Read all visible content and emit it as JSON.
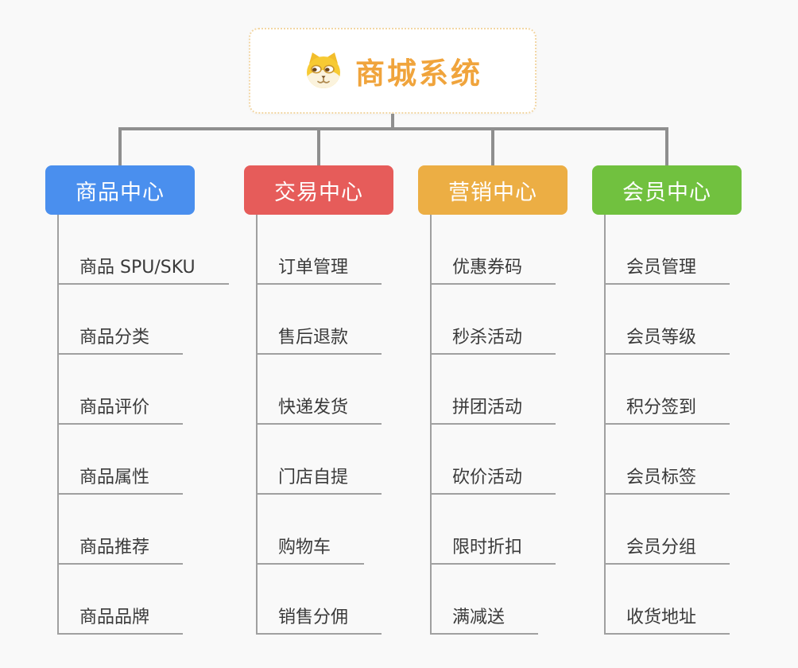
{
  "root": {
    "title": "商城系统",
    "title_color": "#f0a43c",
    "border_color": "#f2d6a4",
    "icon": "doge-icon"
  },
  "colors": {
    "background": "#f9f9f9",
    "connector": "#8f8f8f",
    "leaf_line": "#a0a0a0",
    "leaf_text": "#3a3a3a"
  },
  "branches": [
    {
      "label": "商品中心",
      "color": "#4a8fee",
      "children": [
        "商品 SPU/SKU",
        "商品分类",
        "商品评价",
        "商品属性",
        "商品推荐",
        "商品品牌"
      ]
    },
    {
      "label": "交易中心",
      "color": "#e65c5a",
      "children": [
        "订单管理",
        "售后退款",
        "快递发货",
        "门店自提",
        "购物车",
        "销售分佣"
      ]
    },
    {
      "label": "营销中心",
      "color": "#ecae44",
      "children": [
        "优惠券码",
        "秒杀活动",
        "拼团活动",
        "砍价活动",
        "限时折扣",
        "满减送"
      ]
    },
    {
      "label": "会员中心",
      "color": "#71c13f",
      "children": [
        "会员管理",
        "会员等级",
        "积分签到",
        "会员标签",
        "会员分组",
        "收货地址"
      ]
    }
  ]
}
